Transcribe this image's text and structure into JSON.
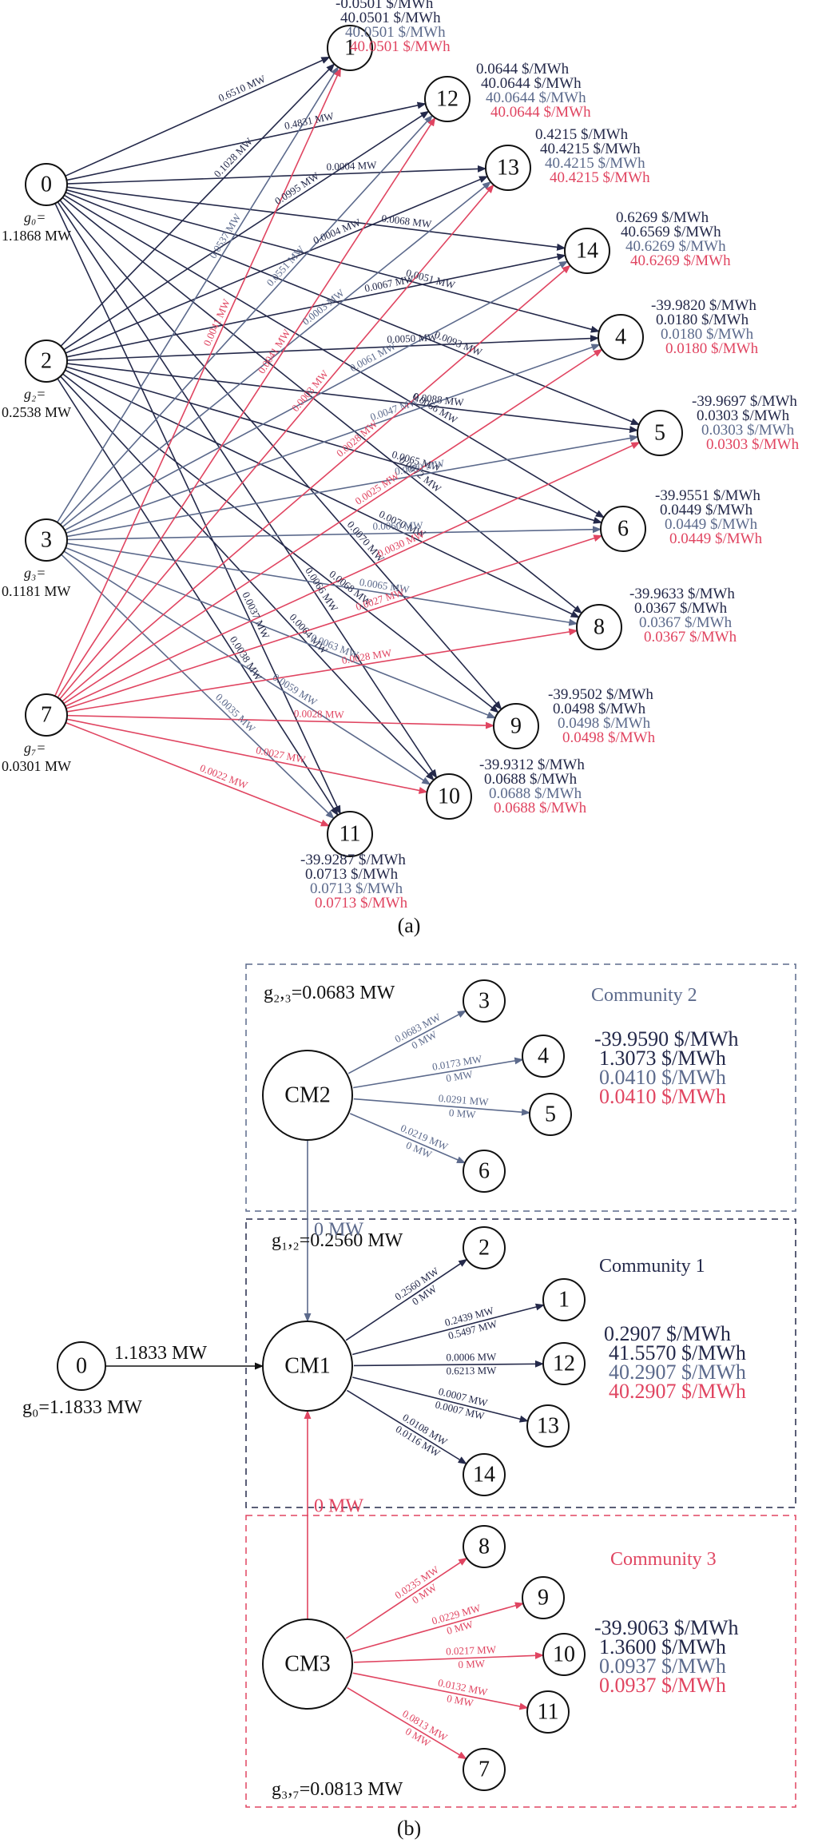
{
  "colors": {
    "dark": "#24294a",
    "mid": "#5c6a8c",
    "red": "#e04561",
    "black": "#111111"
  },
  "panel_a": {
    "caption": "(a)",
    "generators": [
      {
        "id": "0",
        "label": "0",
        "g": "g₀=",
        "val": "1.1868 MW"
      },
      {
        "id": "2",
        "label": "2",
        "g": "g₂=",
        "val": "0.2538 MW"
      },
      {
        "id": "3",
        "label": "3",
        "g": "g₃=",
        "val": "0.1181 MW"
      },
      {
        "id": "7",
        "label": "7",
        "g": "g₇=",
        "val": "0.0301 MW"
      }
    ],
    "loads": [
      {
        "id": "1",
        "label": "1",
        "prices": [
          "-0.0501 $/MWh",
          "40.0501 $/MWh",
          "40.0501 $/MWh",
          "40.0501 $/MWh"
        ]
      },
      {
        "id": "12",
        "label": "12",
        "prices": [
          "0.0644 $/MWh",
          "40.0644 $/MWh",
          "40.0644 $/MWh",
          "40.0644 $/MWh"
        ]
      },
      {
        "id": "13",
        "label": "13",
        "prices": [
          "0.4215 $/MWh",
          "40.4215 $/MWh",
          "40.4215 $/MWh",
          "40.4215 $/MWh"
        ]
      },
      {
        "id": "14",
        "label": "14",
        "prices": [
          "0.6269 $/MWh",
          "40.6569 $/MWh",
          "40.6269 $/MWh",
          "40.6269 $/MWh"
        ]
      },
      {
        "id": "4",
        "label": "4",
        "prices": [
          "-39.9820 $/MWh",
          "0.0180 $/MWh",
          "0.0180 $/MWh",
          "0.0180 $/MWh"
        ]
      },
      {
        "id": "5",
        "label": "5",
        "prices": [
          "-39.9697 $/MWh",
          "0.0303 $/MWh",
          "0.0303 $/MWh",
          "0.0303 $/MWh"
        ]
      },
      {
        "id": "6",
        "label": "6",
        "prices": [
          "-39.9551 $/MWh",
          "0.0449 $/MWh",
          "0.0449 $/MWh",
          "0.0449 $/MWh"
        ]
      },
      {
        "id": "8",
        "label": "8",
        "prices": [
          "-39.9633 $/MWh",
          "0.0367 $/MWh",
          "0.0367 $/MWh",
          "0.0367 $/MWh"
        ]
      },
      {
        "id": "9",
        "label": "9",
        "prices": [
          "-39.9502 $/MWh",
          "0.0498 $/MWh",
          "0.0498 $/MWh",
          "0.0498 $/MWh"
        ]
      },
      {
        "id": "10",
        "label": "10",
        "prices": [
          "-39.9312 $/MWh",
          "0.0688 $/MWh",
          "0.0688 $/MWh",
          "0.0688 $/MWh"
        ]
      },
      {
        "id": "11",
        "label": "11",
        "prices": [
          "-39.9287 $/MWh",
          "0.0713 $/MWh",
          "0.0713 $/MWh",
          "0.0713 $/MWh"
        ]
      }
    ],
    "edges": [
      {
        "from": "0",
        "to": "1",
        "color": "dark",
        "label": "0.6510 MW"
      },
      {
        "from": "0",
        "to": "12",
        "color": "dark",
        "label": "0.4831 MW"
      },
      {
        "from": "0",
        "to": "13",
        "color": "dark",
        "label": "0.0004 MW"
      },
      {
        "from": "0",
        "to": "14",
        "color": "dark",
        "label": "0.0068 MW"
      },
      {
        "from": "0",
        "to": "4",
        "color": "dark",
        "label": "0.0051 MW"
      },
      {
        "from": "0",
        "to": "5",
        "color": "dark",
        "label": "0.0093 MW"
      },
      {
        "from": "0",
        "to": "6",
        "color": "dark",
        "label": "0.0066 MW"
      },
      {
        "from": "0",
        "to": "8",
        "color": "dark",
        "label": "0.0072 MW"
      },
      {
        "from": "0",
        "to": "9",
        "color": "dark",
        "label": "0.0070 MW"
      },
      {
        "from": "0",
        "to": "10",
        "color": "dark",
        "label": "0.0066 MW"
      },
      {
        "from": "0",
        "to": "11",
        "color": "dark",
        "label": "0.0037 MW"
      },
      {
        "from": "2",
        "to": "1",
        "color": "dark",
        "label": "0.1028 MW"
      },
      {
        "from": "2",
        "to": "12",
        "color": "dark",
        "label": "0.0995 MW"
      },
      {
        "from": "2",
        "to": "13",
        "color": "dark",
        "label": "0.0004 MW"
      },
      {
        "from": "2",
        "to": "14",
        "color": "dark",
        "label": "0.0067 MW"
      },
      {
        "from": "2",
        "to": "4",
        "color": "dark",
        "label": "0.0050 MW"
      },
      {
        "from": "2",
        "to": "5",
        "color": "dark",
        "label": "0.0088 MW"
      },
      {
        "from": "2",
        "to": "6",
        "color": "dark",
        "label": "0.0065 MW"
      },
      {
        "from": "2",
        "to": "8",
        "color": "dark",
        "label": "0.0070 MW"
      },
      {
        "from": "2",
        "to": "9",
        "color": "dark",
        "label": "0.0068 MW"
      },
      {
        "from": "2",
        "to": "10",
        "color": "dark",
        "label": "0.0064 MW"
      },
      {
        "from": "2",
        "to": "11",
        "color": "dark",
        "label": "0.0038 MW"
      },
      {
        "from": "3",
        "to": "1",
        "color": "mid",
        "label": "0.0537 MW"
      },
      {
        "from": "3",
        "to": "12",
        "color": "mid",
        "label": "0.0551 MW"
      },
      {
        "from": "3",
        "to": "13",
        "color": "mid",
        "label": "0.0003 MW"
      },
      {
        "from": "3",
        "to": "14",
        "color": "mid",
        "label": "0.0061 MW"
      },
      {
        "from": "3",
        "to": "4",
        "color": "mid",
        "label": "0.0047 MW"
      },
      {
        "from": "3",
        "to": "5",
        "color": "mid",
        "label": "0.0080 MW"
      },
      {
        "from": "3",
        "to": "6",
        "color": "mid",
        "label": "0.0060 MW"
      },
      {
        "from": "3",
        "to": "8",
        "color": "mid",
        "label": "0.0065 MW"
      },
      {
        "from": "3",
        "to": "9",
        "color": "mid",
        "label": "0.0063 MW"
      },
      {
        "from": "3",
        "to": "10",
        "color": "mid",
        "label": "0.0059 MW"
      },
      {
        "from": "3",
        "to": "11",
        "color": "mid",
        "label": "0.0035 MW"
      },
      {
        "from": "7",
        "to": "1",
        "color": "red",
        "label": "0.0041 MW"
      },
      {
        "from": "7",
        "to": "12",
        "color": "red",
        "label": "0.0041 MW"
      },
      {
        "from": "7",
        "to": "13",
        "color": "red",
        "label": "0.0003 MW"
      },
      {
        "from": "7",
        "to": "14",
        "color": "red",
        "label": "0.0028 MW"
      },
      {
        "from": "7",
        "to": "4",
        "color": "red",
        "label": "0.0025 MW"
      },
      {
        "from": "7",
        "to": "5",
        "color": "red",
        "label": "0.0030 MW"
      },
      {
        "from": "7",
        "to": "6",
        "color": "red",
        "label": "0.0027 MW"
      },
      {
        "from": "7",
        "to": "8",
        "color": "red",
        "label": "0.0028 MW"
      },
      {
        "from": "7",
        "to": "9",
        "color": "red",
        "label": "0.0028 MW"
      },
      {
        "from": "7",
        "to": "10",
        "color": "red",
        "label": "0.0027 MW"
      },
      {
        "from": "7",
        "to": "11",
        "color": "red",
        "label": "0.0022 MW"
      }
    ]
  },
  "panel_b": {
    "caption": "(b)",
    "source": {
      "label": "0",
      "g": "g₀=1.1833 MW",
      "flow": "1.1833 MW"
    },
    "communities": [
      {
        "id": "c2",
        "cm": "CM2",
        "color": "mid",
        "title": "Community 2",
        "g": "g₂,₃=0.0683 MW",
        "prices": [
          "-39.9590 $/MWh",
          "1.3073 $/MWh",
          "0.0410 $/MWh",
          "0.0410 $/MWh"
        ],
        "members": [
          {
            "label": "3",
            "labels": [
              "0.0683 MW",
              "0 MW"
            ]
          },
          {
            "label": "4",
            "labels": [
              "0.0173 MW",
              "0 MW"
            ]
          },
          {
            "label": "5",
            "labels": [
              "0.0291 MW",
              "0 MW"
            ]
          },
          {
            "label": "6",
            "labels": [
              "0.0219 MW",
              "0 MW"
            ]
          }
        ]
      },
      {
        "id": "c1",
        "cm": "CM1",
        "color": "dark",
        "title": "Community 1",
        "g": "g₁,₂=0.2560 MW",
        "prices": [
          "0.2907 $/MWh",
          "41.5570 $/MWh",
          "40.2907 $/MWh",
          "40.2907 $/MWh"
        ],
        "members": [
          {
            "label": "2",
            "labels": [
              "0.2560 MW",
              "0 MW"
            ]
          },
          {
            "label": "1",
            "labels": [
              "0.2439 MW",
              "0.5497 MW"
            ]
          },
          {
            "label": "12",
            "labels": [
              "0.0006 MW",
              "0.6213 MW"
            ]
          },
          {
            "label": "13",
            "labels": [
              "0.0007 MW",
              "0.0007 MW"
            ]
          },
          {
            "label": "14",
            "labels": [
              "0.0108 MW",
              "0.0116 MW"
            ]
          }
        ]
      },
      {
        "id": "c3",
        "cm": "CM3",
        "color": "red",
        "title": "Community 3",
        "g": "g₃,₇=0.0813 MW",
        "prices": [
          "-39.9063 $/MWh",
          "1.3600 $/MWh",
          "0.0937 $/MWh",
          "0.0937 $/MWh"
        ],
        "members": [
          {
            "label": "8",
            "labels": [
              "0.0235 MW",
              "0 MW"
            ]
          },
          {
            "label": "9",
            "labels": [
              "0.0229 MW",
              "0 MW"
            ]
          },
          {
            "label": "10",
            "labels": [
              "0.0217 MW",
              "0 MW"
            ]
          },
          {
            "label": "11",
            "labels": [
              "0.0132 MW",
              "0 MW"
            ]
          },
          {
            "label": "7",
            "labels": [
              "0.0813 MW",
              "0 MW"
            ]
          }
        ]
      }
    ],
    "inter_flows": [
      {
        "from": "CM2",
        "to": "CM1",
        "color": "mid",
        "label": "0 MW"
      },
      {
        "from": "CM3",
        "to": "CM1",
        "color": "red",
        "label": "0 MW"
      }
    ]
  }
}
